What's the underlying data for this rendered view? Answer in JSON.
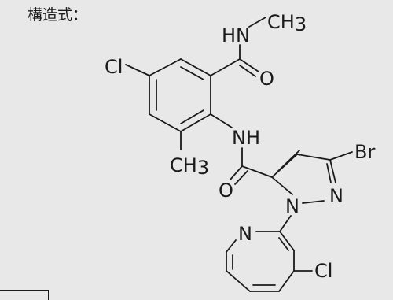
{
  "caption": "構造式：",
  "atoms": {
    "cl_top": "Cl",
    "nh_methyl_n": "HN",
    "methyl_top_c": "CH",
    "methyl_top_sub": "3",
    "carbonyl_o_top": "O",
    "nh_amide": "NH",
    "methyl_ring_c": "CH",
    "methyl_ring_sub": "3",
    "carbonyl_o_mid": "O",
    "br": "Br",
    "pyrazole_n2": "N",
    "pyrazole_n1": "N",
    "pyridine_n": "N",
    "cl_bottom": "Cl"
  }
}
